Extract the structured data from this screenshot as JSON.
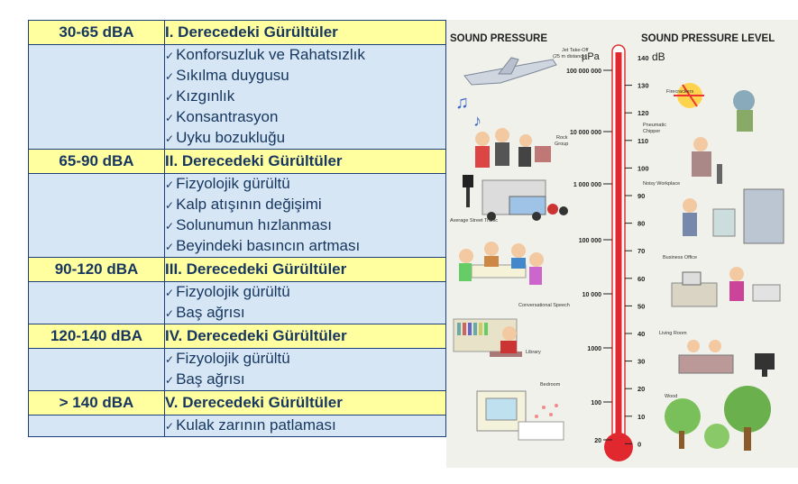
{
  "table": {
    "levels": [
      {
        "range": "30-65 dBA",
        "title": "I. Derecedeki Gürültüler",
        "items": [
          "Konforsuzluk ve Rahatsızlık",
          "Sıkılma duygusu",
          "Kızgınlık",
          "Konsantrasyon",
          "Uyku bozukluğu"
        ]
      },
      {
        "range": "65-90 dBA",
        "title": "II. Derecedeki Gürültüler",
        "items": [
          "Fizyolojik gürültü",
          "Kalp atışının değişimi",
          "Solunumun hızlanması",
          "Beyindeki basıncın artması"
        ]
      },
      {
        "range": "90-120 dBA",
        "title": "III. Derecedeki Gürültüler",
        "items": [
          "Fizyolojik gürültü",
          "Baş ağrısı"
        ]
      },
      {
        "range": "120-140 dBA",
        "title": "IV. Derecedeki Gürültüler",
        "items": [
          "Fizyolojik gürültü",
          "Baş ağrısı"
        ]
      },
      {
        "range": "> 140 dBA",
        "title": "V. Derecedeki Gürültüler",
        "items": [
          "Kulak zarının patlaması"
        ]
      }
    ]
  },
  "diagram": {
    "left_heading": "SOUND PRESSURE",
    "right_heading": "SOUND PRESSURE LEVEL",
    "pressure_unit": "µPa",
    "db_unit": "dB",
    "pressure_ticks": [
      "100 000 000",
      "10 000 000",
      "1 000 000",
      "100 000",
      "10 000",
      "1000",
      "100",
      "20"
    ],
    "db_ticks": [
      "140",
      "130",
      "120",
      "110",
      "100",
      "90",
      "80",
      "70",
      "60",
      "50",
      "40",
      "30",
      "20",
      "10",
      "0"
    ],
    "sources_left": [
      {
        "label": "Jet Take-Off",
        "sub": "(25 m distance)"
      },
      {
        "label": "Rock",
        "sub": "Group"
      },
      {
        "label": "Average Street Traffic",
        "sub": ""
      },
      {
        "label": "Conversational Speech",
        "sub": ""
      },
      {
        "label": "Library",
        "sub": ""
      },
      {
        "label": "Bedroom",
        "sub": ""
      }
    ],
    "sources_right": [
      {
        "label": "Firecrackers"
      },
      {
        "label": "Pneumatic",
        "sub": "Chipper"
      },
      {
        "label": "Noisy Workplace"
      },
      {
        "label": "Business Office"
      },
      {
        "label": "Living Room"
      },
      {
        "label": "Wood"
      }
    ],
    "colors": {
      "thermo_red": "#e0282e",
      "header_yellow": "#ffffa0",
      "row_blue": "#d6e6f4",
      "border_navy": "#1f3f7a",
      "arrow_blue": "#3b6fd0",
      "arrow_green": "#66cc33"
    }
  }
}
